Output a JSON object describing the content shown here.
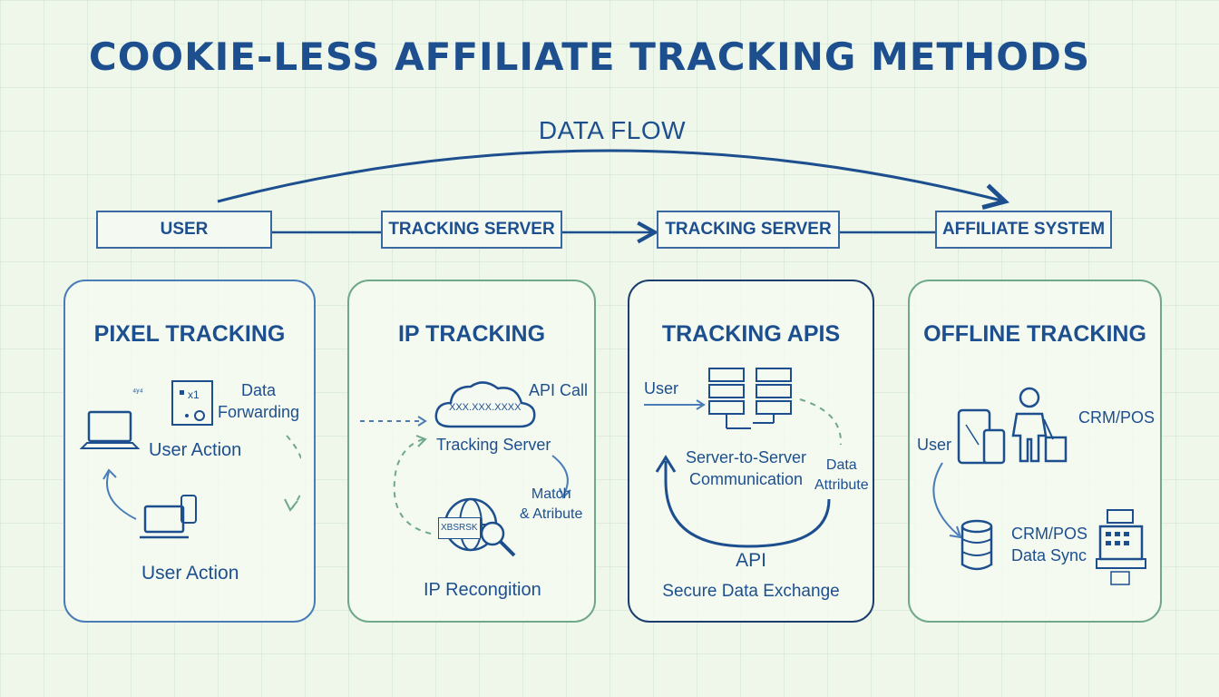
{
  "title": "COOKIE-LESS AFFILIATE TRACKING METHODS",
  "flow": {
    "label": "DATA FLOW",
    "boxes": [
      "USER",
      "TRACKING SERVER",
      "TRACKING SERVER",
      "AFFILIATE SYSTEM"
    ]
  },
  "panels": [
    {
      "title": "PIXEL TRACKING",
      "labels": {
        "data_forwarding": "Data\nForwarding",
        "user_action_1": "User Action",
        "user_action_2": "User Action",
        "pixel_code": "x1",
        "pixel_mini": "⁴ʸ⁴"
      }
    },
    {
      "title": "IP TRACKING",
      "labels": {
        "ip_address": "XXX.XXX.XXXX",
        "api_call": "API Call",
        "tracking_server": "Tracking Server",
        "match_attribute": "Match\n& Atribute",
        "ip_tag": "XBSRSK",
        "ip_recognition": "IP Recongition"
      }
    },
    {
      "title": "TRACKING APIS",
      "labels": {
        "user": "User",
        "s2s": "Server-to-Server\nCommunication",
        "data_attribute": "Data\nAttribute",
        "api": "API",
        "secure": "Secure Data Exchange"
      }
    },
    {
      "title": "OFFLINE TRACKING",
      "labels": {
        "crm_pos_1": "CRM/POS",
        "user": "User",
        "crm_pos_sync": "CRM/POS\nData Sync"
      }
    }
  ],
  "colors": {
    "blue": "#1d4f8f",
    "green_border": "#6fa88a",
    "navy_border": "#1c3f6e",
    "background": "#eef7ea"
  }
}
